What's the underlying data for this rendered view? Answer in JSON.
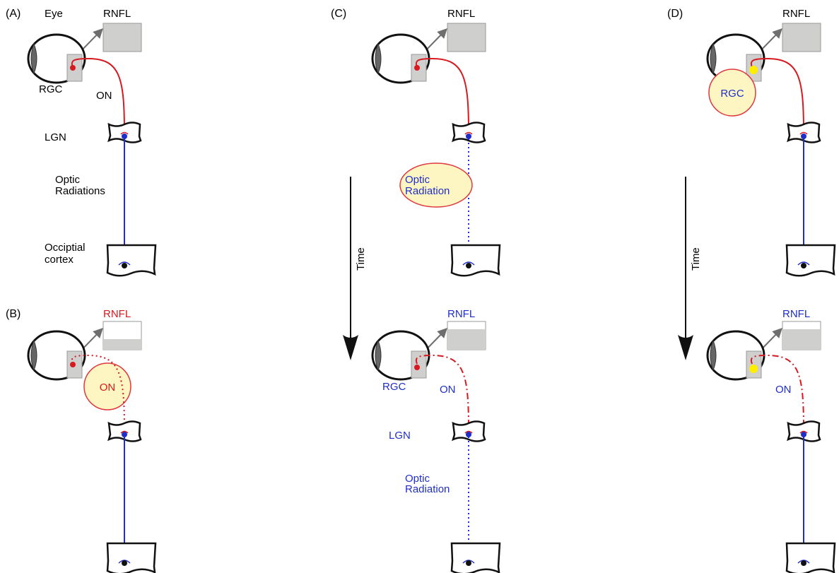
{
  "colors": {
    "black": "#111111",
    "red": "#d71920",
    "blue": "#1f2ec8",
    "box_gray": "#cfcfcd",
    "box_border": "#9a9a9a",
    "highlight_fill": "#fdf6c3",
    "highlight_stroke": "#e0383e",
    "rgc_yellow": "#ffee00",
    "arrow_gray": "#6e6e6e"
  },
  "panels": {
    "a": {
      "tag": "(A)",
      "eye": "Eye",
      "rnfl": "RNFL",
      "rgc": "RGC",
      "on": "ON",
      "lgn": "LGN",
      "optic_radiations": [
        "Optic",
        "Radiations"
      ],
      "occipital_cortex": [
        "Occiptial",
        "cortex"
      ]
    },
    "b": {
      "tag": "(B)",
      "rnfl": "RNFL",
      "on_highlight": "ON"
    },
    "c": {
      "tag": "(C)",
      "rnfl_top": "RNFL",
      "optic_radiation_highlight": [
        "Optic",
        "Radiation"
      ],
      "time": "Time",
      "rnfl_bottom": "RNFL",
      "rgc": "RGC",
      "on": "ON",
      "lgn": "LGN",
      "optic_radiation": [
        "Optic",
        "Radiation"
      ]
    },
    "d": {
      "tag": "(D)",
      "rnfl_top": "RNFL",
      "rgc_highlight": "RGC",
      "time": "Time",
      "rnfl_bottom": "RNFL",
      "on": "ON"
    }
  }
}
